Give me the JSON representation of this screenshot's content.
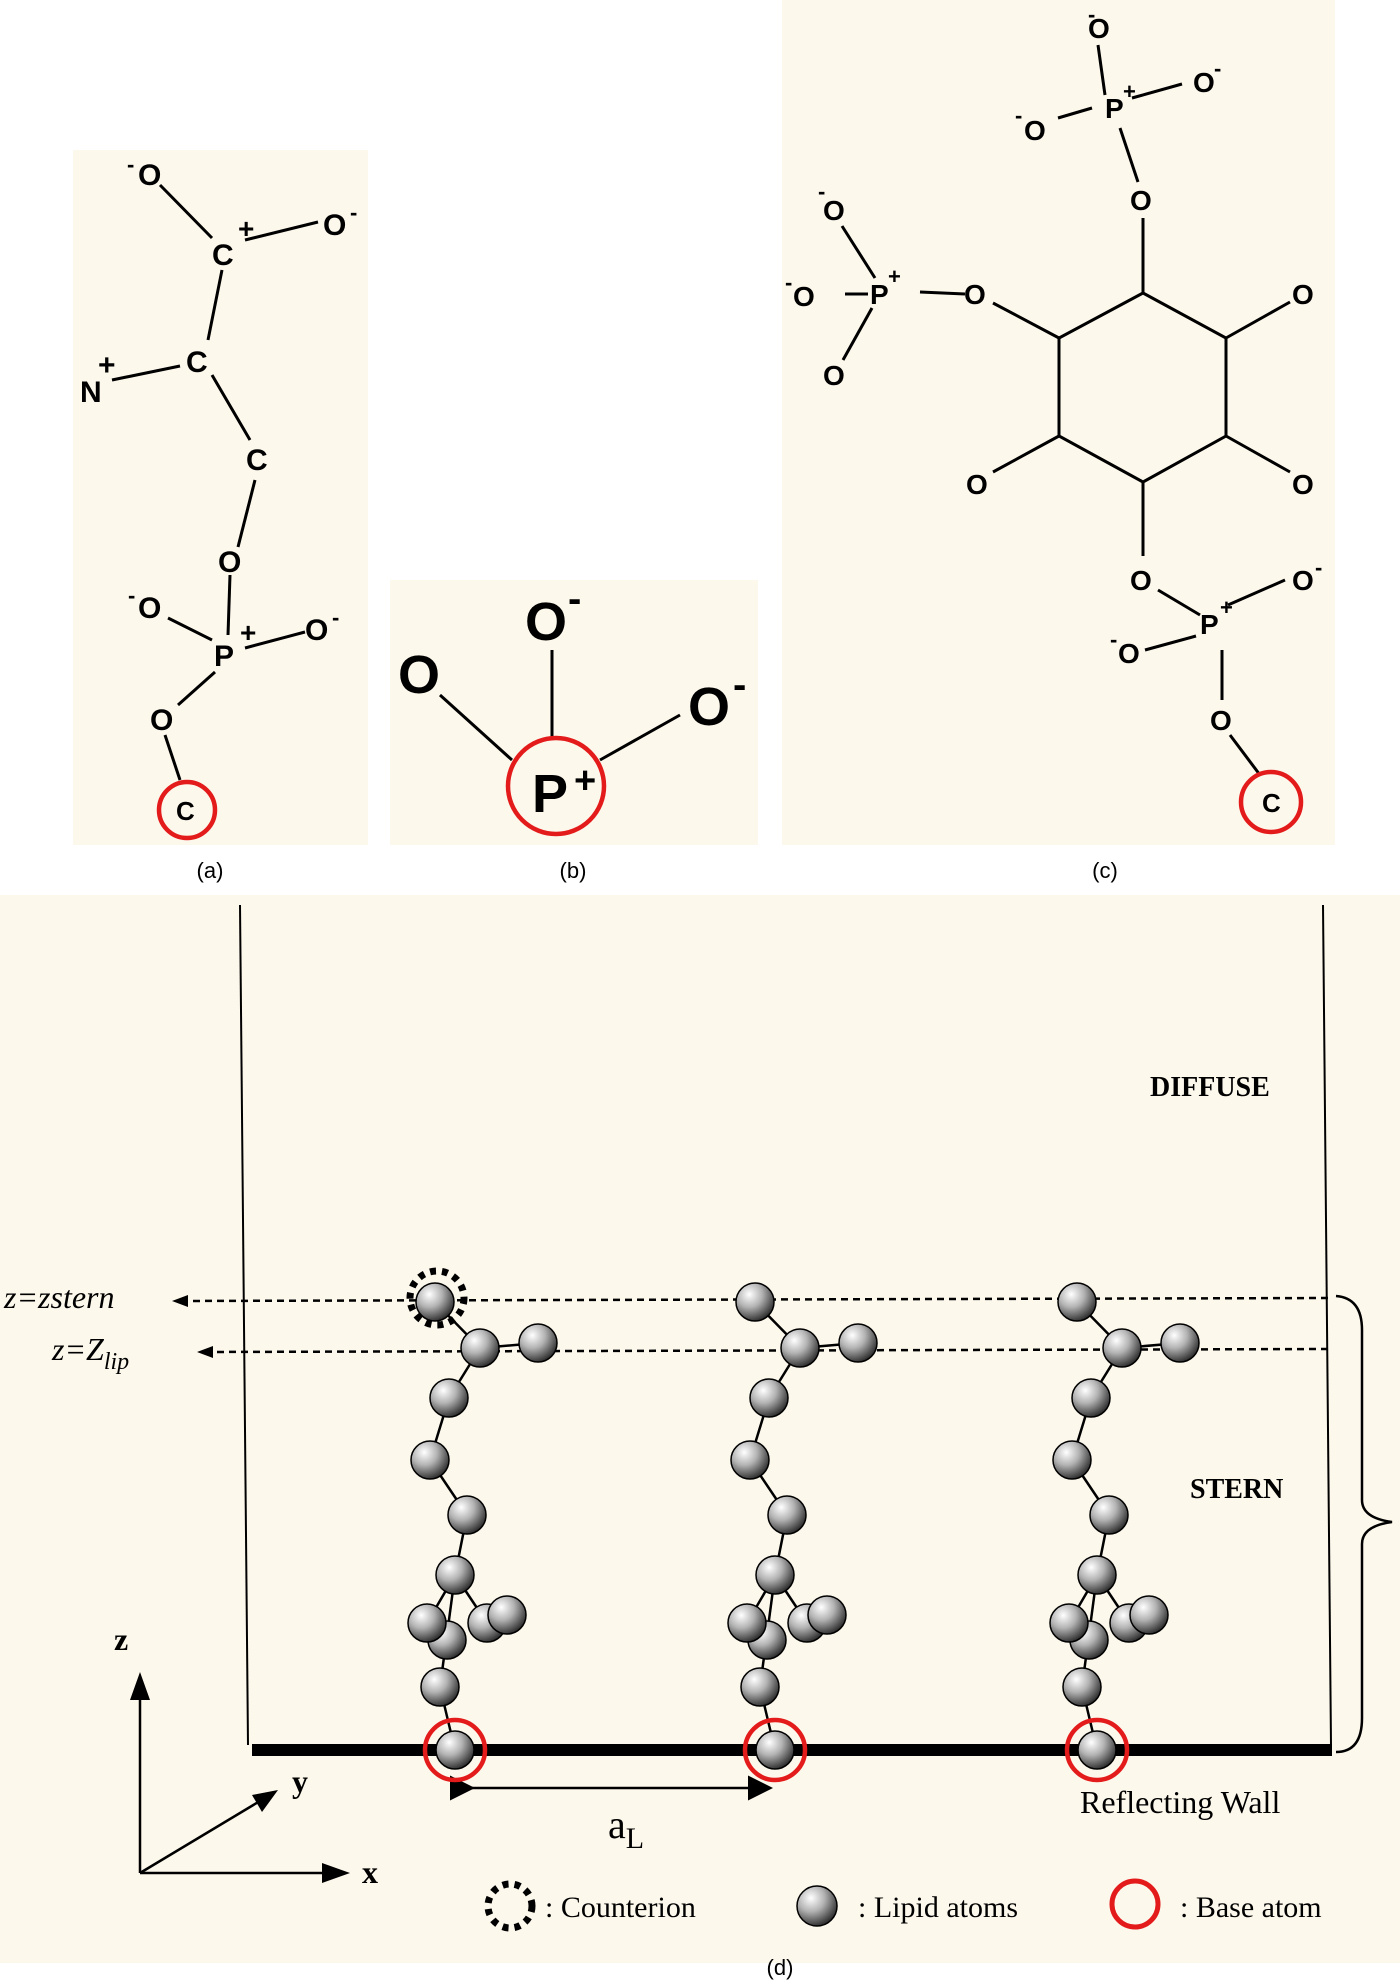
{
  "panel_a": {
    "caption": "(a)",
    "atoms": {
      "o_top": "O",
      "o_top_charge": "-",
      "c1": "C",
      "c1_charge": "+",
      "o_right": "O",
      "o_right_charge": "-",
      "n": "N",
      "n_charge": "+",
      "c2": "C",
      "c3": "C",
      "o_mid": "O",
      "o_left": "O",
      "o_left_charge": "-",
      "p": "P",
      "p_charge": "+",
      "o_pr": "O",
      "o_pr_charge": "-",
      "o_low": "O",
      "c_base": "C"
    }
  },
  "panel_b": {
    "caption": "(b)",
    "atoms": {
      "o_top": "O",
      "o_top_charge": "-",
      "o_left": "O",
      "o_right": "O",
      "o_right_charge": "-",
      "p": "P",
      "p_charge": "+"
    }
  },
  "panel_c": {
    "caption": "(c)",
    "atoms": {
      "o": "O",
      "c": "C",
      "p": "P",
      "neg": "-",
      "pos": "+"
    }
  },
  "panel_d": {
    "caption": "(d)",
    "diffuse_label": "DIFFUSE",
    "stern_label": "STERN",
    "zstern_label": "z=zstern",
    "zlip_prefix": "z=Z",
    "zlip_sub": "lip",
    "wall_label": "Reflecting Wall",
    "spacing_label": "a",
    "spacing_sub": "L",
    "axis_x": "x",
    "axis_y": "y",
    "axis_z": "z",
    "legend": {
      "counterion": ": Counterion",
      "lipid": ": Lipid atoms",
      "base": ": Base atom"
    },
    "lipid_count": 3
  },
  "colors": {
    "panel_bg": "#fdf8ec",
    "base_ring": "#e31b1b",
    "lipid_sphere": "#9a9a9a"
  }
}
